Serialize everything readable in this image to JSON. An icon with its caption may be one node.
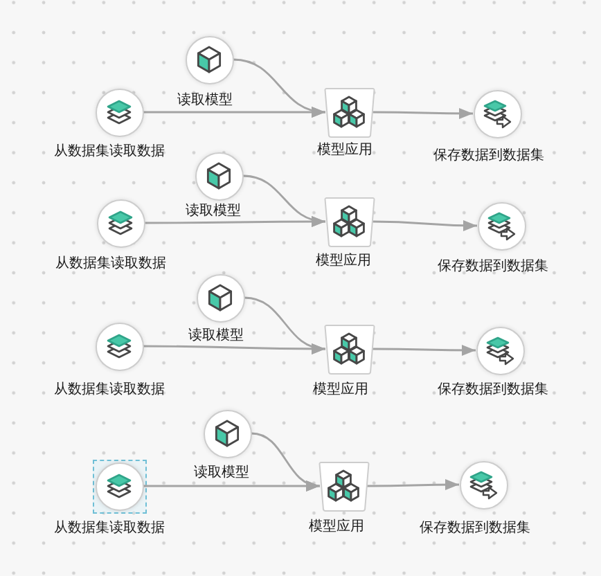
{
  "diagram": {
    "nodes": [
      {
        "text": [
          "读取模型"
        ]
      },
      {
        "text": [
          "从数据集读取数据"
        ]
      },
      {
        "text": [
          "模型应用"
        ]
      },
      {
        "text": [
          "保存数据到数据集"
        ]
      },
      {
        "text": [
          "读取模型"
        ]
      },
      {
        "text": [
          "从数据集读取数据"
        ]
      },
      {
        "text": [
          "模型应用"
        ]
      },
      {
        "text": [
          "保存数据到数据集"
        ]
      },
      {
        "text": [
          "读取模型"
        ]
      },
      {
        "text": [
          "从数据集读取数据"
        ]
      },
      {
        "text": [
          "模型应用"
        ]
      },
      {
        "text": [
          "保存数据到数据集"
        ]
      },
      {
        "text": [
          "读取模型"
        ]
      },
      {
        "text": [
          "从数据集读取数据"
        ]
      },
      {
        "text": [
          "模型应用"
        ]
      },
      {
        "text": [
          "保存数据到数据集"
        ]
      }
    ],
    "edges": [
      {
        "from": 1,
        "to": 2,
        "arrow": "to"
      },
      {
        "from": 0,
        "to": 2,
        "arrow": "to"
      },
      {
        "from": 2,
        "to": 3,
        "arrow": "to"
      },
      {
        "from": 5,
        "to": 6,
        "arrow": "to"
      },
      {
        "from": 4,
        "to": 6,
        "arrow": "to"
      },
      {
        "from": 6,
        "to": 7,
        "arrow": "to"
      },
      {
        "from": 9,
        "to": 10,
        "arrow": "to"
      },
      {
        "from": 8,
        "to": 10,
        "arrow": "to"
      },
      {
        "from": 10,
        "to": 11,
        "arrow": "to"
      },
      {
        "from": 13,
        "to": 14,
        "arrow": "to"
      },
      {
        "from": 12,
        "to": 14,
        "arrow": "to"
      },
      {
        "from": 14,
        "to": 15,
        "arrow": "to"
      }
    ]
  }
}
